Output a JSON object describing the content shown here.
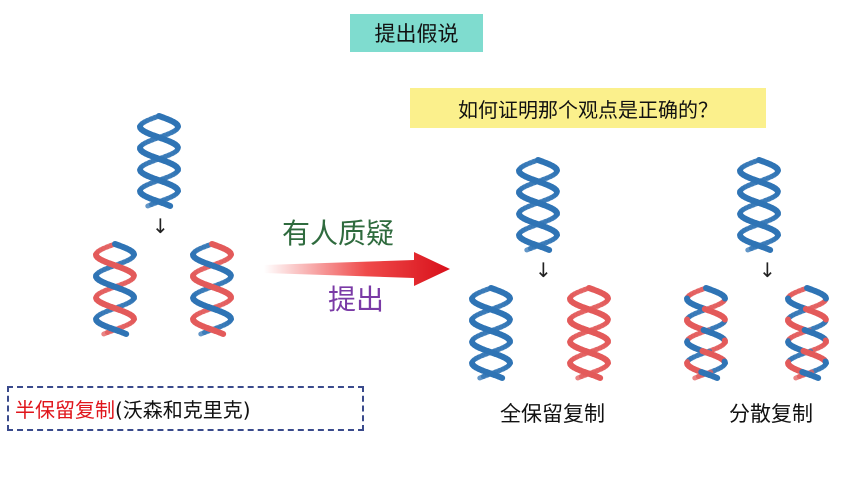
{
  "title": "提出假说",
  "question": "如何证明那个观点是正确的？",
  "doubt_text": "有人质疑",
  "propose_text": "提出",
  "down_arrow": "↓",
  "semi": {
    "name": "半保留复制",
    "authors": "(沃森和克里克)"
  },
  "labels": {
    "conservative": "全保留复制",
    "dispersive": "分散复制"
  },
  "colors": {
    "blue_strand": "#2f74b5",
    "red_strand": "#e35a5a",
    "title_bg": "#7fdccf",
    "question_bg": "#fbf08c",
    "arrow_red": "#e0151b"
  }
}
